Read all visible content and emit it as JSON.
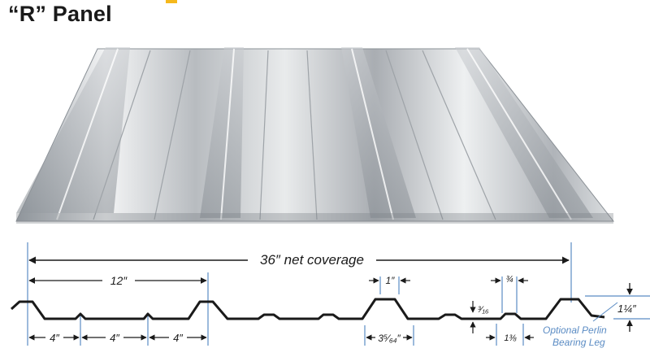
{
  "title": "“R” Panel",
  "accent_color": "#f5b81c",
  "guide_line_color": "#5b8cc4",
  "profile_line_color": "#1a1a1a",
  "dimensions": {
    "net_coverage": "36″ net coverage",
    "rib_spacing": "12″",
    "pan_a": "4″",
    "pan_b": "4″",
    "pan_c": "4″",
    "rib_top_width": "1″",
    "rib_base_width": "3⁵⁄₆₄″",
    "minor_rib_width": "¾",
    "minor_rib_height": "³⁄₁₆",
    "minor_rib_base": "1⅜",
    "rib_height": "1¼″"
  },
  "callouts": {
    "perlin_leg_line1": "Optional Perlin",
    "perlin_leg_line2": "Bearing Leg"
  }
}
